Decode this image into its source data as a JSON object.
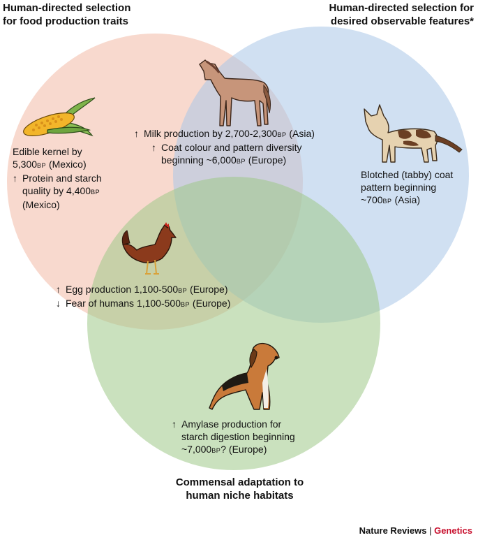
{
  "headings": {
    "food_line1": "Human-directed selection",
    "food_line2": "for food production traits",
    "observable_line1": "Human-directed selection for",
    "observable_line2": "desired observable features*",
    "commensal_line1": "Commensal adaptation to",
    "commensal_line2": "human niche habitats"
  },
  "maize": {
    "l1a": "Edible kernel by",
    "l2a": "5,300",
    "l2b": "BP",
    "l2c": " (Mexico)",
    "l3arrow": "↑",
    "l3a": "Protein and starch",
    "l4a": "quality by 4,400",
    "l4b": "BP",
    "l5a": "(Mexico)"
  },
  "horse": {
    "l1arrow": "↑",
    "l1a": "Milk production by 2,700-2,300",
    "l1b": "BP",
    "l1c": " (Asia)",
    "l2arrow": "↑",
    "l2a": "Coat colour and pattern diversity",
    "l3a": "beginning ~6,000",
    "l3b": "BP",
    "l3c": " (Europe)"
  },
  "cat": {
    "l1a": "Blotched (tabby) coat",
    "l2a": "pattern beginning",
    "l3a": "~700",
    "l3b": "BP",
    "l3c": " (Asia)"
  },
  "chicken": {
    "l1arrow": "↑",
    "l1a": "Egg production 1,100-500",
    "l1b": "BP",
    "l1c": " (Europe)",
    "l2arrow": "↓",
    "l2a": "Fear of humans 1,100-500",
    "l2b": "BP",
    "l2c": " (Europe)"
  },
  "dog": {
    "l1arrow": "↑",
    "l1a": "Amylase production for",
    "l2a": "starch digestion beginning",
    "l3a": "~7,000",
    "l3b": "BP",
    "l3c": "? (Europe)"
  },
  "footer": {
    "journal": "Nature Reviews",
    "sep": " | ",
    "section": "Genetics"
  },
  "colors": {
    "food_circle": "#f2b9a6",
    "observable_circle": "#a9c6e8",
    "commensal_circle": "#9fc988",
    "brand_red": "#c8102e"
  },
  "icons": [
    "maize-icon",
    "horse-icon",
    "cat-icon",
    "chicken-icon",
    "dog-icon"
  ]
}
